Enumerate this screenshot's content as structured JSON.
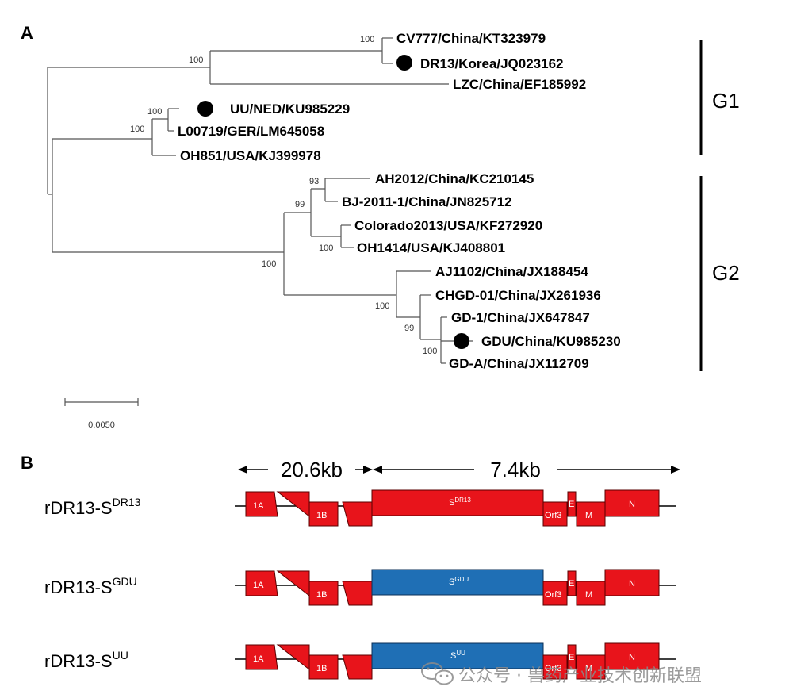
{
  "panel_a": {
    "letter": "A",
    "taxa": [
      {
        "label": "CV777/China/KT323979",
        "marked": false
      },
      {
        "label": "DR13/Korea/JQ023162",
        "marked": true
      },
      {
        "label": "LZC/China/EF185992",
        "marked": false
      },
      {
        "label": "UU/NED/KU985229",
        "marked": true
      },
      {
        "label": "L00719/GER/LM645058",
        "marked": false
      },
      {
        "label": "OH851/USA/KJ399978",
        "marked": false
      },
      {
        "label": "AH2012/China/KC210145",
        "marked": false
      },
      {
        "label": "BJ-2011-1/China/JN825712",
        "marked": false
      },
      {
        "label": "Colorado2013/USA/KF272920",
        "marked": false
      },
      {
        "label": "OH1414/USA/KJ408801",
        "marked": false
      },
      {
        "label": "AJ1102/China/JX188454",
        "marked": false
      },
      {
        "label": "CHGD-01/China/JX261936",
        "marked": false
      },
      {
        "label": "GD-1/China/JX647847",
        "marked": false
      },
      {
        "label": "GDU/China/KU985230",
        "marked": true
      },
      {
        "label": "GD-A/China/JX112709",
        "marked": false
      }
    ],
    "bootstrap": [
      "100",
      "100",
      "100",
      "100",
      "93",
      "99",
      "100",
      "100",
      "100",
      "99",
      "100"
    ],
    "groups": [
      "G1",
      "G2"
    ],
    "scale_bar": "0.0050"
  },
  "panel_b": {
    "letter": "B",
    "span_left": "20.6kb",
    "span_right": "7.4kb",
    "constructs": [
      {
        "base": "rDR13-S",
        "sup": "DR13",
        "s_label": "S",
        "s_sup": "DR13",
        "s_color": "#e8141b"
      },
      {
        "base": "rDR13-S",
        "sup": "GDU",
        "s_label": "S",
        "s_sup": "GDU",
        "s_color": "#1f6fb5"
      },
      {
        "base": "rDR13-S",
        "sup": "UU",
        "s_label": "S",
        "s_sup": "UU",
        "s_color": "#1f6fb5"
      }
    ],
    "genes": {
      "g1a": "1A",
      "g1b": "1B",
      "orf3": "Orf3",
      "e": "E",
      "m": "M",
      "n": "N"
    }
  },
  "colors": {
    "red": "#e8141b",
    "blue": "#1f6fb5",
    "outline": "#5a0000"
  },
  "watermark": "公众号 · 兽药产业技术创新联盟"
}
